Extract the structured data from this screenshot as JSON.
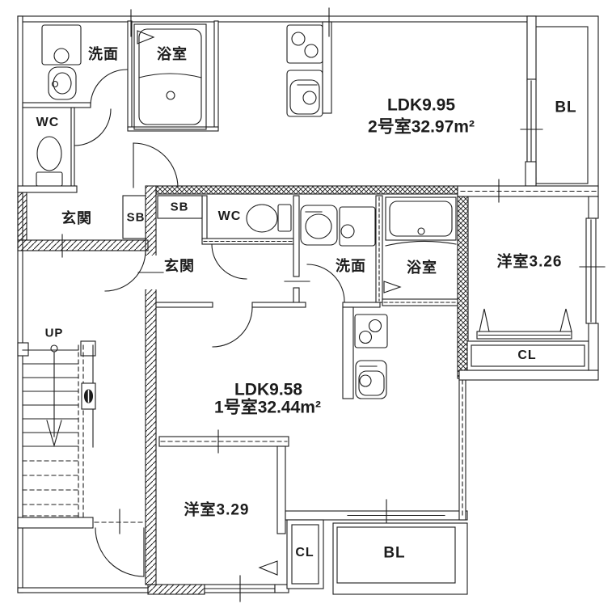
{
  "plan": {
    "stairs": {
      "up_label": "UP"
    },
    "unit2": {
      "washroom": "洗面",
      "bathroom": "浴室",
      "toilet": "WC",
      "entrance": "玄関",
      "shoebox": "SB",
      "ldk_name": "LDK9.95",
      "ldk_area": "2号室32.97m²",
      "balcony": "BL"
    },
    "unit1": {
      "shoebox": "SB",
      "toilet": "WC",
      "entrance": "玄関",
      "washroom": "洗面",
      "bathroom": "浴室",
      "bedroom_right": "洋室3.26",
      "closet_right": "CL",
      "ldk_name": "LDK9.58",
      "ldk_area": "1号室32.44m²",
      "bedroom_bottom": "洋室3.29",
      "closet_bottom": "CL",
      "balcony": "BL"
    },
    "colors": {
      "line": "#1c1c1c",
      "bg": "#ffffff"
    }
  }
}
